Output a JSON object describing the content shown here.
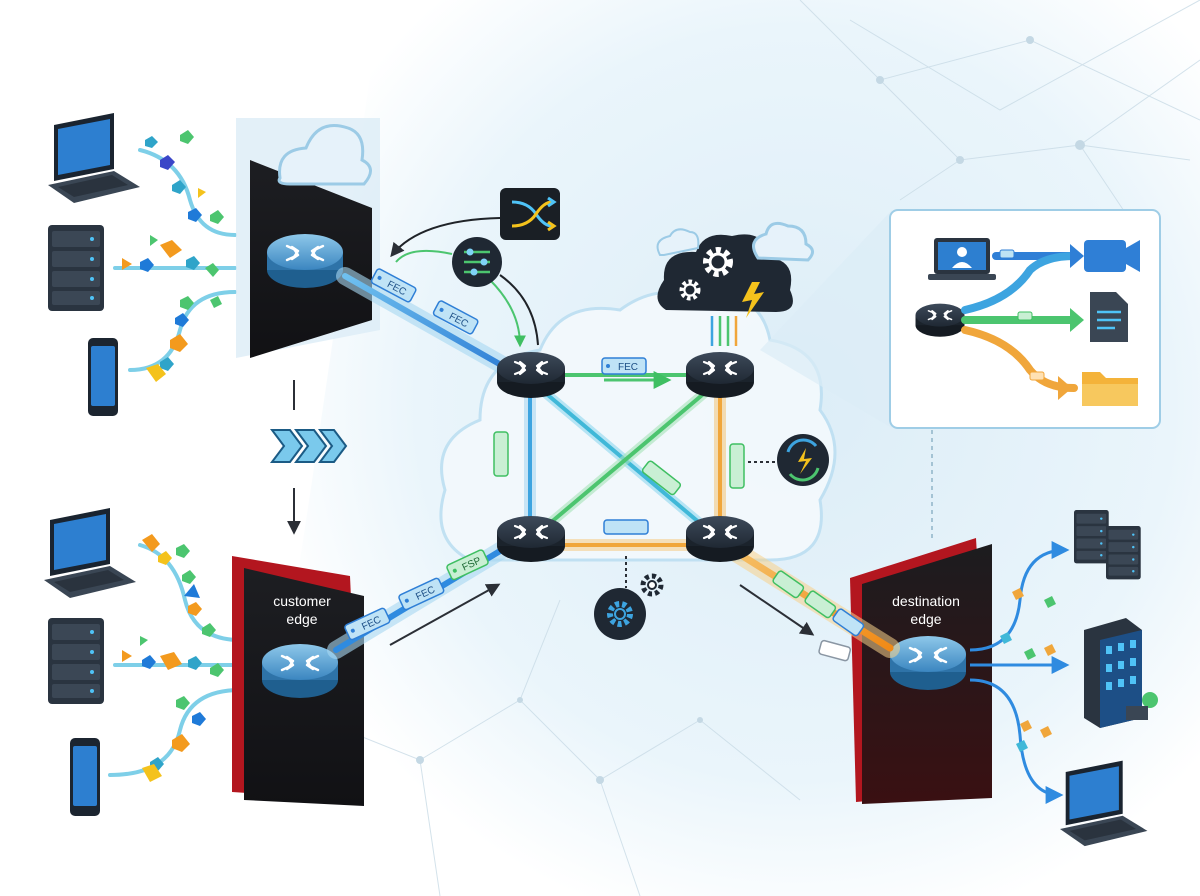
{
  "labels": {
    "customer_edge_line1": "customer",
    "customer_edge_line2": "edge",
    "destination_edge_line1": "destination",
    "destination_edge_line2": "edge"
  },
  "tags": {
    "fec_top_1": "FEC",
    "fec_top_2": "FEC",
    "fec_core_top": "FEC",
    "fec_bottom_1": "FEC",
    "fec_bottom_2": "FEC",
    "fsp_bottom": "FSP"
  },
  "colors": {
    "accent_blue": "#1e88e5",
    "accent_green": "#43c06b",
    "accent_orange": "#f39a1e",
    "dark_panel": "#1b1b1f",
    "edge_red": "#b3161f",
    "router_body": "#2a3340",
    "background_glow": "#e8f4fb"
  },
  "icons": [
    "laptop-icon",
    "server-icon",
    "smartphone-icon",
    "router-icon",
    "cloud-icon",
    "shuffle-icon",
    "sliders-icon",
    "gear-icon",
    "lightning-icon",
    "refresh-icon",
    "video-camera-icon",
    "document-icon",
    "folder-icon",
    "monitor-user-icon",
    "building-icon",
    "chevron-arrows-icon"
  ]
}
